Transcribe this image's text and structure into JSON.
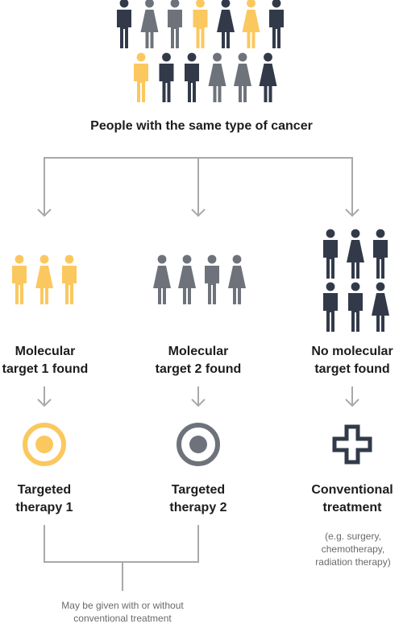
{
  "colors": {
    "dark": "#323a4a",
    "gray": "#6e737b",
    "yellow": "#fbc85f",
    "line": "#a9a9a9"
  },
  "top": {
    "title": "People with the same type of cancer",
    "row1": [
      {
        "sex": "male",
        "color": "dark"
      },
      {
        "sex": "female",
        "color": "gray"
      },
      {
        "sex": "male",
        "color": "gray"
      },
      {
        "sex": "male",
        "color": "yellow"
      },
      {
        "sex": "female",
        "color": "dark"
      },
      {
        "sex": "female",
        "color": "yellow"
      },
      {
        "sex": "male",
        "color": "dark"
      }
    ],
    "row2": [
      {
        "sex": "male",
        "color": "yellow"
      },
      {
        "sex": "male",
        "color": "dark"
      },
      {
        "sex": "male",
        "color": "dark"
      },
      {
        "sex": "female",
        "color": "gray"
      },
      {
        "sex": "female",
        "color": "gray"
      },
      {
        "sex": "female",
        "color": "dark"
      }
    ]
  },
  "branches": [
    {
      "people": [
        {
          "sex": "male",
          "color": "yellow"
        },
        {
          "sex": "female",
          "color": "yellow"
        },
        {
          "sex": "male",
          "color": "yellow"
        }
      ],
      "label_line1": "Molecular",
      "label_line2": "target 1 found",
      "therapy_icon": "yellow-target-icon",
      "therapy_line1": "Targeted",
      "therapy_line2": "therapy 1"
    },
    {
      "people": [
        {
          "sex": "female",
          "color": "gray"
        },
        {
          "sex": "female",
          "color": "gray"
        },
        {
          "sex": "male",
          "color": "gray"
        },
        {
          "sex": "female",
          "color": "gray"
        }
      ],
      "label_line1": "Molecular",
      "label_line2": "target 2 found",
      "therapy_icon": "gray-target-icon",
      "therapy_line1": "Targeted",
      "therapy_line2": "therapy 2"
    },
    {
      "people_row1": [
        {
          "sex": "male",
          "color": "dark"
        },
        {
          "sex": "female",
          "color": "dark"
        },
        {
          "sex": "male",
          "color": "dark"
        }
      ],
      "people_row2": [
        {
          "sex": "male",
          "color": "dark"
        },
        {
          "sex": "male",
          "color": "dark"
        },
        {
          "sex": "female",
          "color": "dark"
        }
      ],
      "label_line1": "No molecular",
      "label_line2": "target found",
      "therapy_icon": "cross-outline-icon",
      "therapy_line1": "Conventional",
      "therapy_line2": "treatment",
      "note_line1": "(e.g. surgery,",
      "note_line2": "chemotherapy,",
      "note_line3": "radiation therapy)"
    }
  ],
  "footer": {
    "line1": "May be given with or without",
    "line2": "conventional treatment"
  }
}
